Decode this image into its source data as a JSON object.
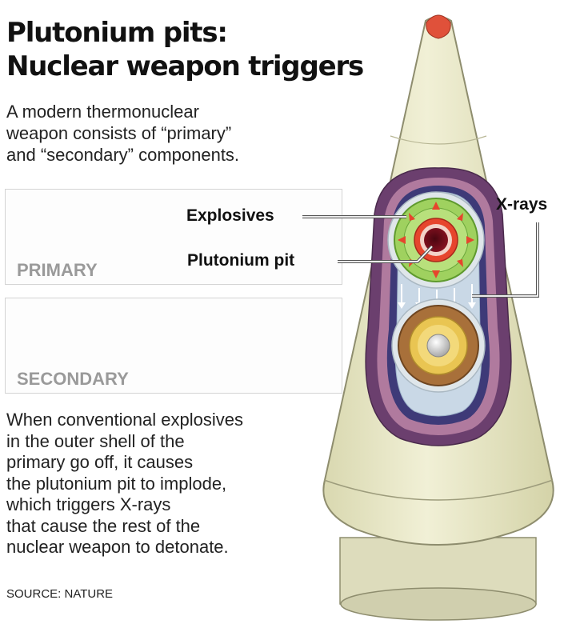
{
  "title": {
    "line1": "Plutonium pits:",
    "line2": "Nuclear weapon triggers"
  },
  "intro": {
    "line1": "A modern thermonuclear",
    "line2": "weapon consists of “primary”",
    "line3": "and “secondary” components."
  },
  "sections": {
    "primary": "PRIMARY",
    "secondary": "SECONDARY"
  },
  "labels": {
    "explosives": "Explosives",
    "plutonium_pit": "Plutonium pit",
    "xrays": "X-rays"
  },
  "body": {
    "lines": [
      "When conventional explosives",
      "in the outer shell of the",
      "primary go off, it causes",
      "the plutonium pit to implode,",
      "which triggers X-rays",
      "that cause the rest of the",
      "nuclear weapon to detonate."
    ]
  },
  "source": "SOURCE: NATURE",
  "colors": {
    "cone": "#e9e8c6",
    "tip": "#e0513a",
    "casing_purple": "#6b3f6e",
    "inner_blue": "#c9d8e6",
    "explosives_green": "#9fd15f",
    "pit_red": "#e6452d",
    "pit_core": "#7a0b1a",
    "secondary_brown": "#a8703a",
    "secondary_gold": "#e9c552"
  }
}
